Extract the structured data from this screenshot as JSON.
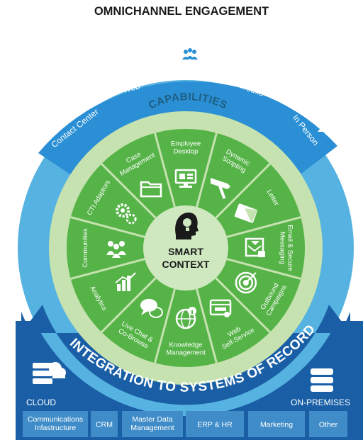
{
  "heading": "OMNICHANNEL ENGAGEMENT",
  "channels": [
    "Contact Center",
    "Web",
    "Social",
    "Mobile",
    "In Person"
  ],
  "capabilities_title": "CAPABILITIES",
  "center": {
    "line1": "SMART",
    "line2": "CONTEXT"
  },
  "capabilities": [
    {
      "lines": [
        "Employee",
        "Desktop"
      ],
      "icon": "desktop-icon"
    },
    {
      "lines": [
        "Dynamic",
        "Scripting"
      ],
      "icon": "signpost-icon"
    },
    {
      "lines": [
        "Letter"
      ],
      "icon": "letter-icon"
    },
    {
      "lines": [
        "Email & Secure",
        "Messaging"
      ],
      "icon": "email-icon"
    },
    {
      "lines": [
        "Outbound",
        "Campaigns"
      ],
      "icon": "target-icon"
    },
    {
      "lines": [
        "Web",
        "Self-Service"
      ],
      "icon": "browser-icon"
    },
    {
      "lines": [
        "Knowledge",
        "Management"
      ],
      "icon": "globe-info-icon"
    },
    {
      "lines": [
        "Live Chat &",
        "Co-Browse"
      ],
      "icon": "chat-icon"
    },
    {
      "lines": [
        "Analytics"
      ],
      "icon": "chart-icon"
    },
    {
      "lines": [
        "Communities"
      ],
      "icon": "people-icon"
    },
    {
      "lines": [
        "CTI Adaptors"
      ],
      "icon": "gears-icon"
    },
    {
      "lines": [
        "Case",
        "Management"
      ],
      "icon": "folder-icon"
    }
  ],
  "integration_title": "INTEGRATION TO SYSTEMS OF RECORD",
  "cloud_label": "CLOUD",
  "onprem_label": "ON-PREMISES",
  "systems": [
    [
      "Communications",
      "Infastructure"
    ],
    [
      "CRM"
    ],
    [
      "Master Data",
      "Management"
    ],
    [
      "ERP & HR"
    ],
    [
      "Marketing"
    ],
    [
      "Other"
    ]
  ],
  "colors": {
    "outer_blue": "#2a8fd4",
    "dark_blue": "#1a5fa6",
    "ring_light_green": "#c6e2b0",
    "segment_green": "#56b348",
    "center_light_green": "#cfe8c0",
    "system_box": "#3f8cc8"
  }
}
